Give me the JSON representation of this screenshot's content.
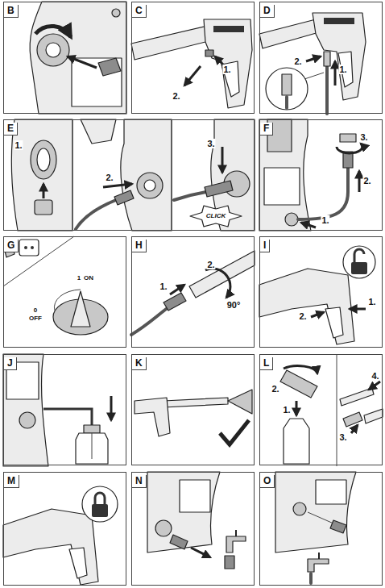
{
  "diagram": {
    "nodes": [
      {
        "text": [
          "B"
        ]
      },
      {
        "text": [
          "C"
        ]
      },
      {
        "text": [
          "D"
        ]
      },
      {
        "text": [
          "E"
        ]
      },
      {
        "text": [
          "F"
        ]
      },
      {
        "text": [
          "G"
        ]
      },
      {
        "text": [
          "H"
        ]
      },
      {
        "text": [
          "I"
        ]
      },
      {
        "text": [
          "J"
        ]
      },
      {
        "text": [
          "K"
        ]
      },
      {
        "text": [
          "L"
        ]
      },
      {
        "text": [
          "M"
        ]
      },
      {
        "text": [
          "N"
        ]
      },
      {
        "text": [
          "O"
        ]
      }
    ],
    "labels": [
      "2.",
      "1.",
      "1.",
      "2.",
      "1.",
      "2.",
      "3.",
      "CLICK",
      "3.",
      "2.",
      "1.",
      "1",
      "ON",
      "0",
      "OFF",
      "1.",
      "2.",
      "90°",
      "2.",
      "1.",
      "2.",
      "1.",
      "4.",
      "3."
    ]
  }
}
